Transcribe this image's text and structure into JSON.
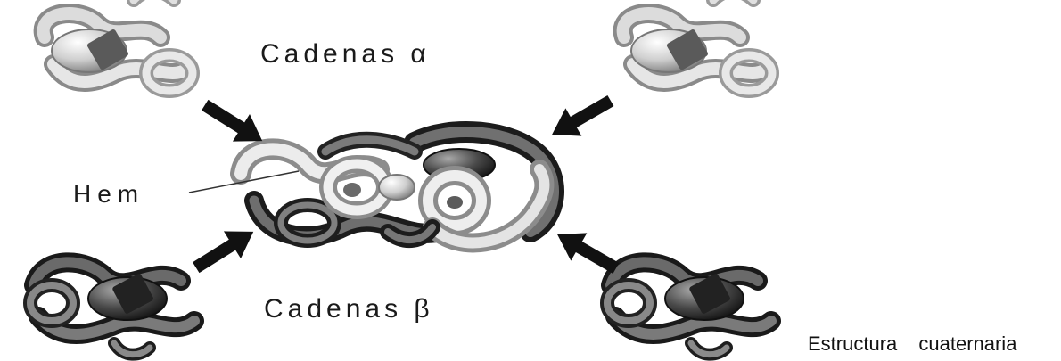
{
  "labels": {
    "alpha_chains": "Cadenas α",
    "beta_chains": "Cadenas β",
    "heme": "Hem"
  },
  "caption": "Estructura cuaternaria",
  "colors": {
    "alpha_light": "#eeeeee",
    "alpha_mid": "#c4c4c4",
    "alpha_dark": "#7a7a7a",
    "beta_light": "#9a9a9a",
    "beta_mid": "#555555",
    "beta_dark": "#1e1e1e",
    "arrow": "#111111",
    "text": "#1a1a1a"
  },
  "icons": {
    "subunit_alpha": "protein-ribbon-light",
    "subunit_beta": "protein-ribbon-dark",
    "tetramer": "hemoglobin-tetramer",
    "arrows": "arrow-icon"
  }
}
